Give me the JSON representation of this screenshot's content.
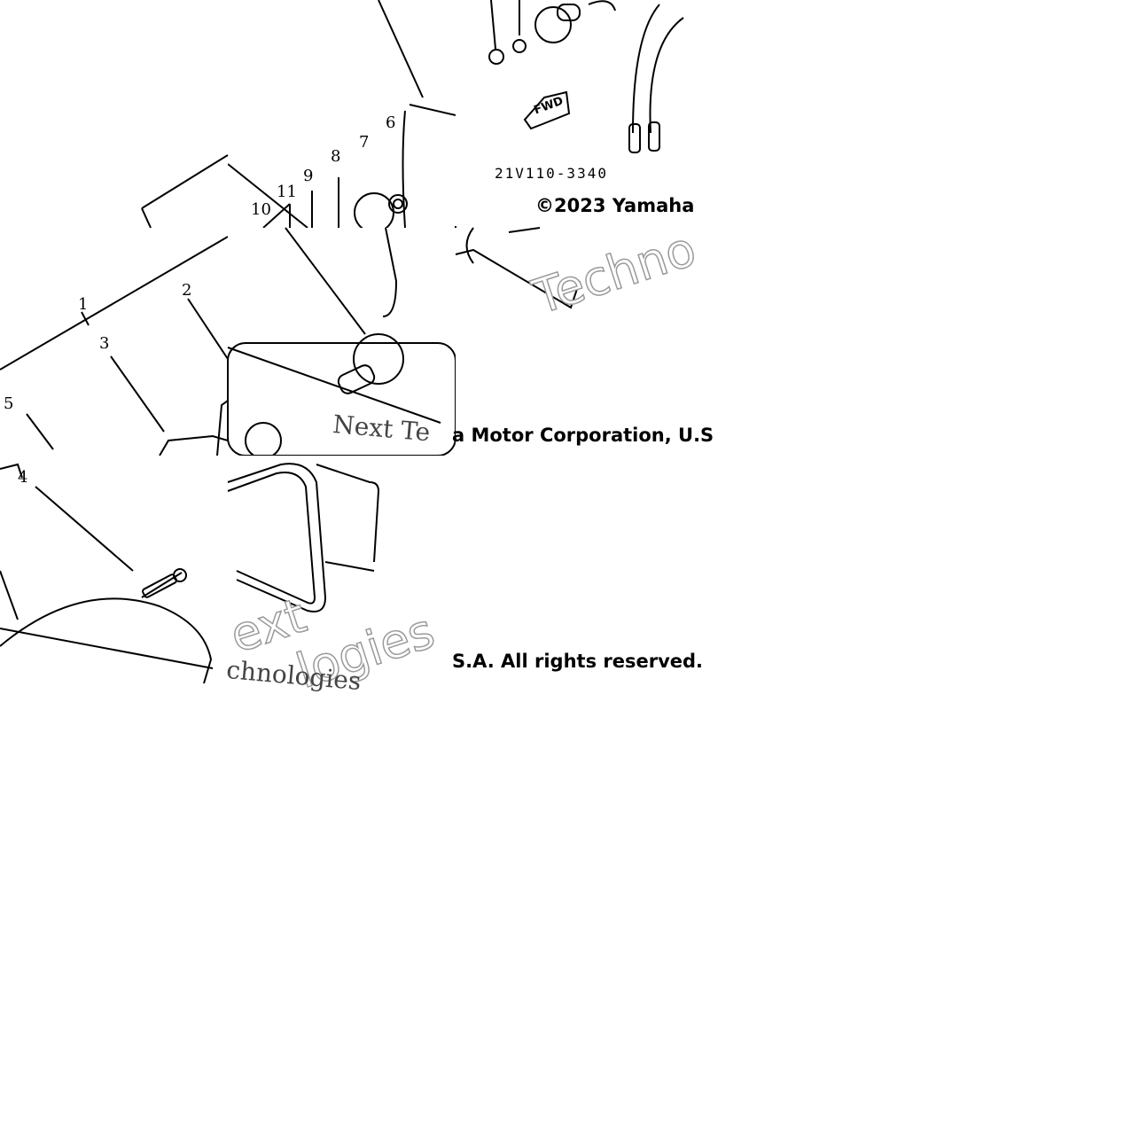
{
  "callouts": [
    "1",
    "2",
    "3",
    "4",
    "5",
    "6",
    "7",
    "8",
    "9",
    "10",
    "11"
  ],
  "part_number": "21V110-3340",
  "fwd_label": "FWD",
  "copyright": {
    "line1_a": "©2023 Yamaha",
    "line1_b": "a Motor Corporation, U.S",
    "line2": "S.A. All rights reserved."
  },
  "watermark": {
    "a": "Techno",
    "b": "Next",
    "c": "ologies",
    "d": "Next Te",
    "e": "chnologies",
    "f": "ext",
    "g": "logies"
  },
  "colors": {
    "line": "#000000",
    "watermark": "#9a9a9a",
    "background": "#ffffff"
  }
}
